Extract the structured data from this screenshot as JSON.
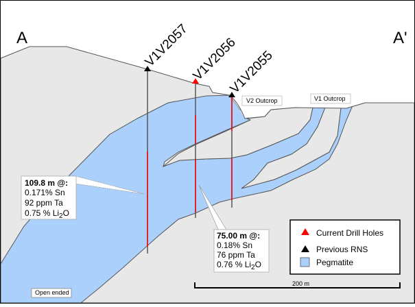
{
  "section": {
    "start_label": "A",
    "end_label": "A'"
  },
  "drill_holes": [
    {
      "id": "V1V2057",
      "type": "previous"
    },
    {
      "id": "V1V2056",
      "type": "current"
    },
    {
      "id": "V1V2055",
      "type": "previous"
    }
  ],
  "outcrops": {
    "v2": "V2 Outcrop",
    "v1": "V1 Outcrop"
  },
  "callouts": [
    {
      "heading": "109.8 m @:",
      "lines": [
        "0.171% Sn",
        "92 ppm Ta"
      ],
      "li2o_prefix": "0.75 % Li",
      "li2o_sub": "2",
      "li2o_suffix": "O"
    },
    {
      "heading": "75.00 m @:",
      "lines": [
        "0.18% Sn",
        "76 ppm Ta"
      ],
      "li2o_prefix": "0.76 % Li",
      "li2o_sub": "2",
      "li2o_suffix": "O"
    }
  ],
  "legend": {
    "items": [
      {
        "label": "Current Drill Holes",
        "color": "#ff0000",
        "symbol": "triangle"
      },
      {
        "label": "Previous RNS",
        "color": "#000000",
        "symbol": "triangle"
      },
      {
        "label": "Pegmatite",
        "color": "#aad0fb",
        "symbol": "square"
      }
    ]
  },
  "scale_bar": {
    "label": "200 m"
  },
  "open_ended_label": "Open ended",
  "colors": {
    "ground": "#e8e8e8",
    "pegmatite": "#aad0fb",
    "intercept": "#ff0000",
    "outline": "#555555"
  }
}
